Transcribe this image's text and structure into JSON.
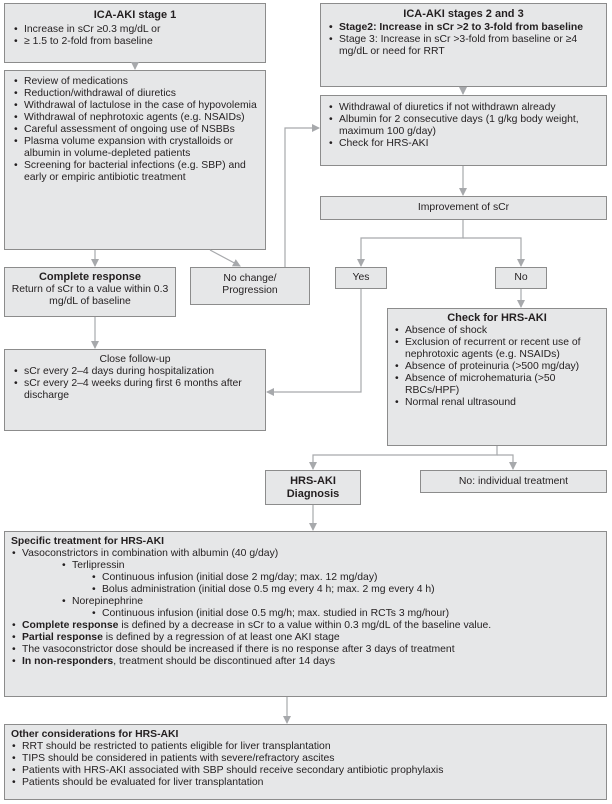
{
  "stage1": {
    "title": "ICA-AKI stage 1",
    "items": [
      "Increase in sCr ≥0.3 mg/dL or",
      "≥ 1.5 to 2-fold from baseline"
    ]
  },
  "stage23": {
    "title": "ICA-AKI stages 2 and 3",
    "stage2": "Stage2: Increase in sCr >2 to 3-fold from baseline",
    "stage3": "Stage 3: Increase in sCr >3-fold from baseline or ≥4 mg/dL or need for RRT"
  },
  "initial_management": {
    "items": [
      "Review of medications",
      "Reduction/withdrawal of diuretics",
      "Withdrawal of lactulose in the case of hypovolemia",
      "Withdrawal of nephrotoxic agents (e.g. NSAIDs)",
      "Careful assessment of ongoing use of NSBBs",
      "Plasma volume expansion with crystalloids or albumin in volume-depleted patients",
      "Screening for bacterial infections (e.g. SBP) and early or empiric antibiotic treatment"
    ]
  },
  "diuretics_albumin": {
    "items": [
      "Withdrawal of diuretics if not withdrawn already",
      "Albumin for 2 consecutive days (1 g/kg body weight, maximum 100 g/day)",
      "Check for HRS-AKI"
    ]
  },
  "improvement": {
    "label": "Improvement of sCr"
  },
  "yes": {
    "label": "Yes"
  },
  "no": {
    "label": "No"
  },
  "complete_response": {
    "title": "Complete response",
    "text": "Return of sCr to a value within 0.3 mg/dL of baseline"
  },
  "no_change": {
    "text": "No change/ Progression"
  },
  "check_hrs": {
    "title": "Check for HRS-AKI",
    "items": [
      "Absence of shock",
      "Exclusion of recurrent or recent use of nephrotoxic agents (e.g. NSAIDs)",
      "Absence of proteinuria (>500 mg/day)",
      "Absence of microhematuria (>50 RBCs/HPF)",
      "Normal renal ultrasound"
    ]
  },
  "follow_up": {
    "title": "Close follow-up",
    "items": [
      "sCr every 2–4 days during hospitalization",
      "sCr every 2–4 weeks during first 6 months after discharge"
    ]
  },
  "hrs_diagnosis": {
    "label": "HRS-AKI Diagnosis"
  },
  "no_individual": {
    "label": "No: individual treatment"
  },
  "specific_treatment": {
    "title": "Specific treatment for HRS-AKI",
    "vasoconstrictors": "Vasoconstrictors in combination with albumin (40 g/day)",
    "terlipressin": "Terlipressin",
    "terli_cont": "Continuous infusion (initial dose 2 mg/day; max. 12 mg/day)",
    "terli_bolus": "Bolus administration (initial dose 0.5 mg every 4 h; max. 2 mg every 4 h)",
    "norepinephrine": "Norepinephrine",
    "norepi_cont": "Continuous infusion (initial dose 0.5 mg/h; max. studied in RCTs 3 mg/hour)",
    "complete_bold": "Complete response",
    "complete_rest": " is defined by a decrease in sCr to a value within 0.3 mg/dL of the baseline value.",
    "partial_bold": "Partial response",
    "partial_rest": " is defined by a regression of at least one AKI stage",
    "dose_increase": "The vasoconstrictor dose should be increased if there is no response after 3 days of treatment",
    "nonresp_bold": "In non-responders",
    "nonresp_rest": ", treatment should be discontinued after 14 days"
  },
  "other_considerations": {
    "title": "Other considerations for HRS-AKI",
    "items": [
      "RRT should be restricted to patients eligible for liver transplantation",
      "TIPS should be considered in patients with severe/refractory ascites",
      "Patients with HRS-AKI associated with SBP should receive secondary antibiotic prophylaxis",
      "Patients should be evaluated for liver transplantation"
    ]
  },
  "colors": {
    "box_fill": "#e6e7e8",
    "box_border": "#8c8c8c",
    "arrow": "#a7a9ac",
    "text": "#231f20"
  }
}
